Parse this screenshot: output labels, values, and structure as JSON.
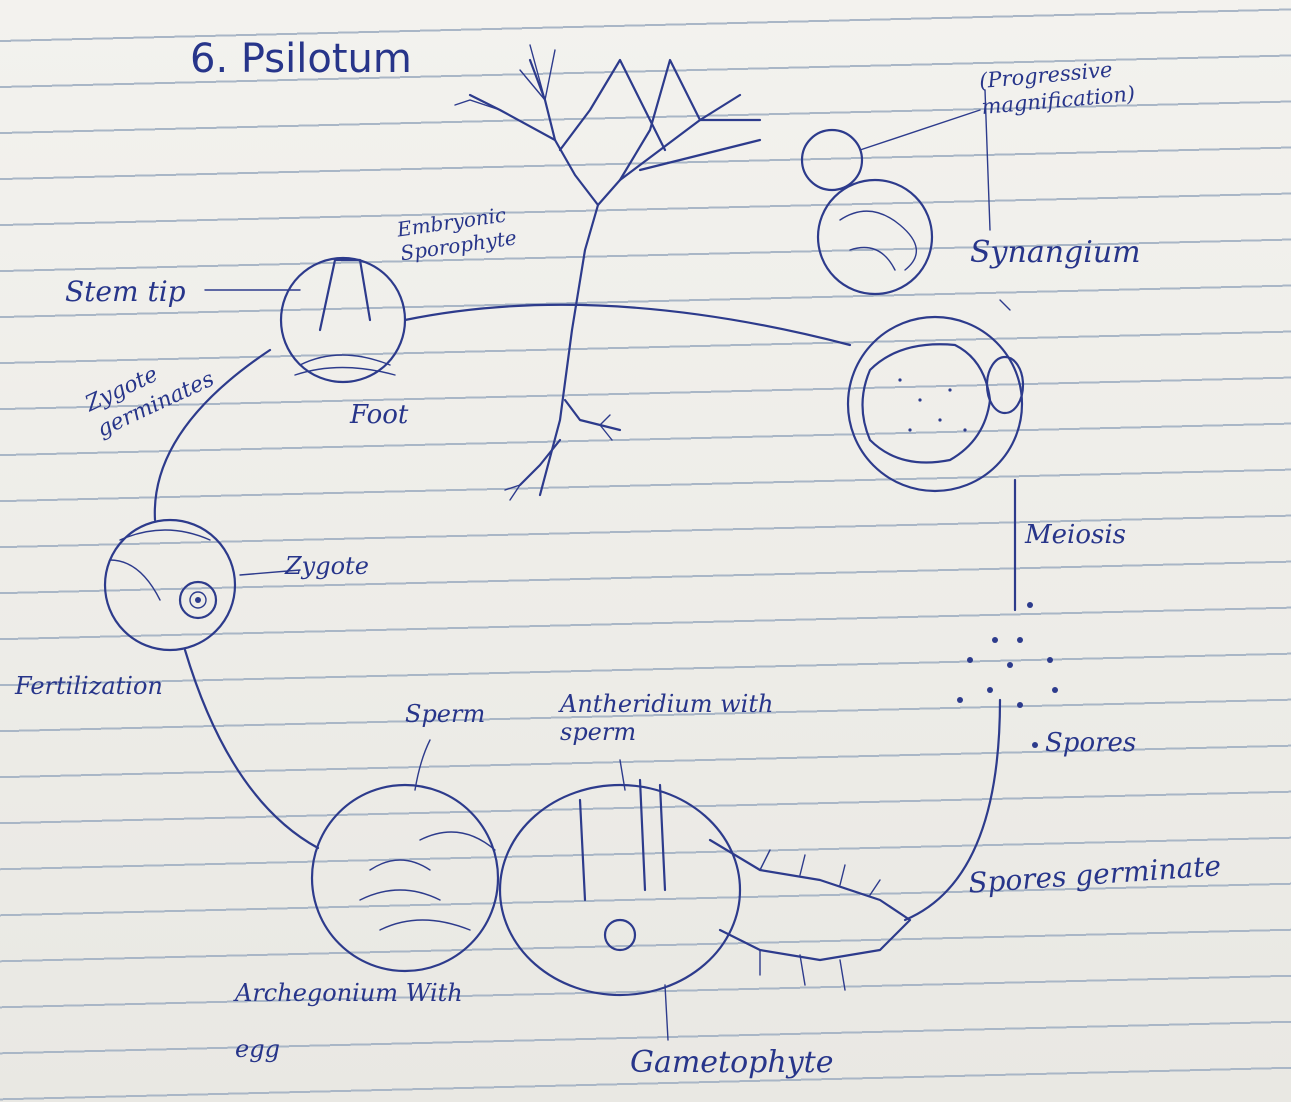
{
  "title": "6. Psilotum",
  "labels": {
    "magnification": "(Progressive magnification)",
    "synangium": "Synangium",
    "embryonic": "Embryonic Sporophyte",
    "stem_tip": "Stem tip",
    "zygote_germinates": "Zygote germinates",
    "foot": "Foot",
    "zygote": "Zygote",
    "fertilization": "Fertilization",
    "sperm": "Sperm",
    "antheridium": "Antheridium with sperm",
    "archegonium": "Archegonium With egg",
    "gametophyte": "Gametophyte",
    "meiosis": "Meiosis",
    "spores": "Spores",
    "spores_germinate": "Spores germinate"
  },
  "colors": {
    "ink": "#2d3b8c",
    "paper": "#efeee9",
    "rule": "#a9b6c6"
  }
}
